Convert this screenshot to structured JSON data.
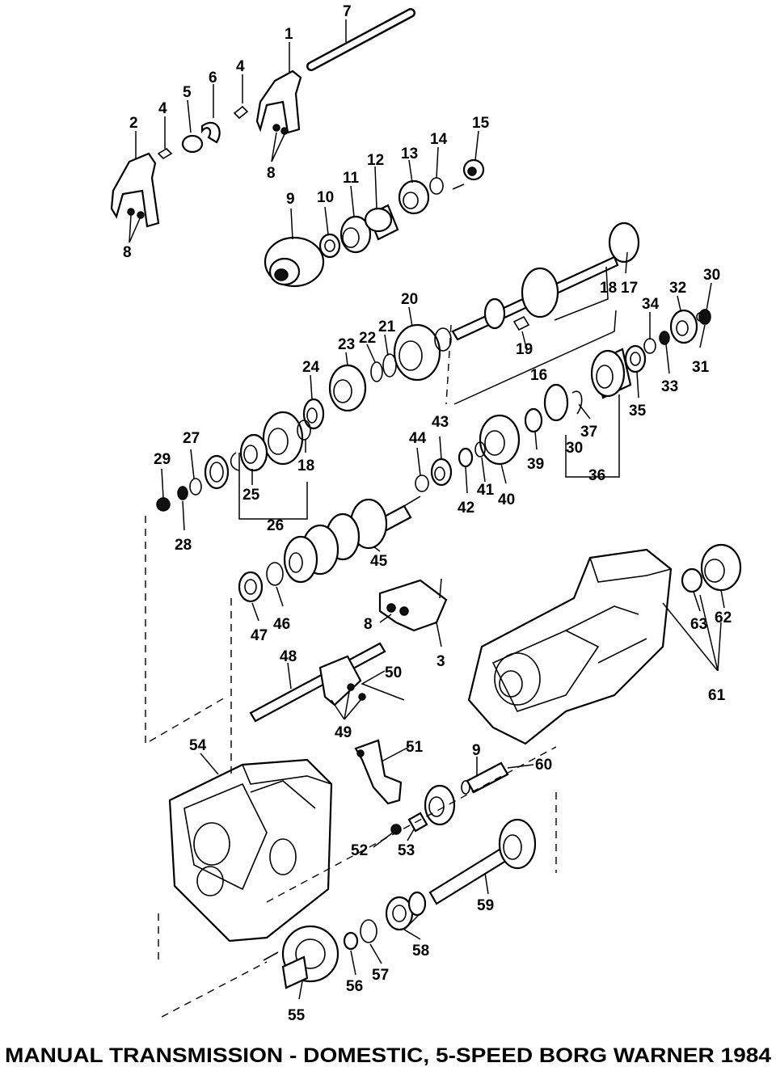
{
  "title": "MANUAL TRANSMISSION - DOMESTIC, 5-SPEED BORG WARNER 1984",
  "labels": {
    "p1": "1",
    "p2": "2",
    "p3": "3",
    "p4a": "4",
    "p4b": "4",
    "p5": "5",
    "p6": "6",
    "p7": "7",
    "p8a": "8",
    "p8b": "8",
    "p8c": "8",
    "p9": "9",
    "p9b": "9",
    "p10": "10",
    "p11": "11",
    "p12": "12",
    "p13": "13",
    "p14": "14",
    "p15": "15",
    "p16": "16",
    "p17": "17",
    "p18a": "18",
    "p18b": "18",
    "p19": "19",
    "p20": "20",
    "p21": "21",
    "p22": "22",
    "p23": "23",
    "p24": "24",
    "p25": "25",
    "p26": "26",
    "p27": "27",
    "p28": "28",
    "p29": "29",
    "p30a": "30",
    "p30b": "30",
    "p31": "31",
    "p32": "32",
    "p33": "33",
    "p34": "34",
    "p35": "35",
    "p36": "36",
    "p37": "37",
    "p39": "39",
    "p40": "40",
    "p41": "41",
    "p42": "42",
    "p43": "43",
    "p44": "44",
    "p45": "45",
    "p46": "46",
    "p47": "47",
    "p48": "48",
    "p49": "49",
    "p50": "50",
    "p51": "51",
    "p52": "52",
    "p53": "53",
    "p54": "54",
    "p55": "55",
    "p56": "56",
    "p57": "57",
    "p58": "58",
    "p59": "59",
    "p60": "60",
    "p61": "61",
    "p62": "62",
    "p63": "63"
  }
}
